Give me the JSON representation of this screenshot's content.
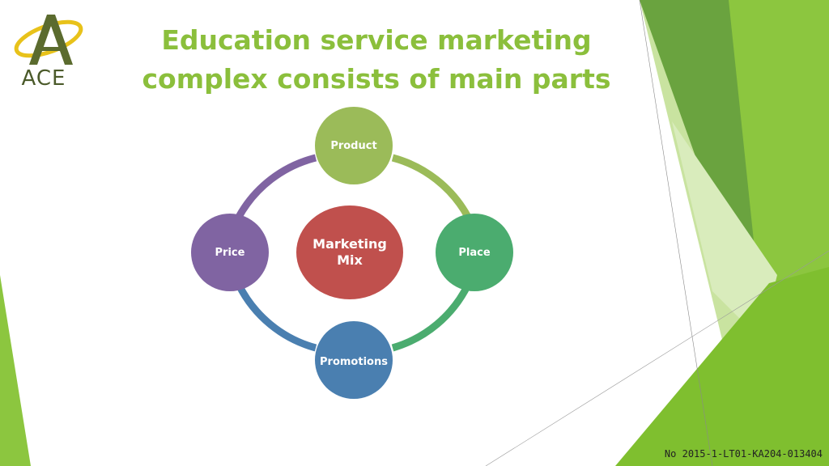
{
  "logo": {
    "text": "ACE"
  },
  "title": {
    "line1": "Education service marketing",
    "line2": "complex consists of main parts"
  },
  "diagram": {
    "center": "Marketing Mix",
    "center_line1": "Marketing",
    "center_line2": "Mix",
    "nodes": {
      "product": "Product",
      "place": "Place",
      "promotions": "Promotions",
      "price": "Price"
    }
  },
  "colors": {
    "title": "#8bbf3c",
    "product": "#9bbb59",
    "place": "#4bac6f",
    "promotions": "#4a7fb0",
    "price": "#8064a2",
    "center": "#c0504d"
  },
  "footer": {
    "code": "No 2015-1-LT01-KA204-013404"
  }
}
